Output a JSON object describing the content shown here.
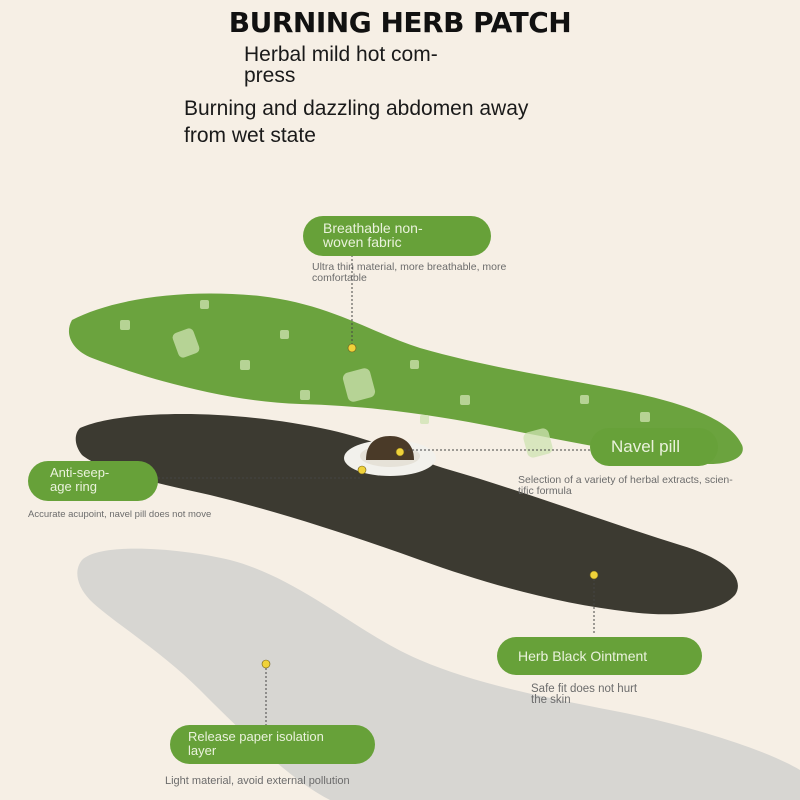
{
  "title": "BURNING HERB PATCH",
  "subtitle_1": "Herbal mild hot com-\npress",
  "subtitle_2": "Burning and dazzling abdomen away\nfrom wet state",
  "callouts": {
    "fabric": {
      "label": "Breathable non-\nwoven fabric",
      "note": "Ultra thin material, more breathable, more\ncomfortable"
    },
    "navel_pill": {
      "label": "Navel pill",
      "note": "Selection of a variety of herbal extracts, scien-\ntific formula"
    },
    "ring": {
      "label": "Anti-seep-\nage ring",
      "note": "Accurate acupoint, navel pill does not move"
    },
    "ointment": {
      "label": "Herb Black Ointment",
      "note": "Safe fit does not hurt\nthe skin"
    },
    "release": {
      "label": "Release paper isolation\nlayer",
      "note": "Light material, avoid external pollution"
    }
  },
  "colors": {
    "background": "#f6efe5",
    "accent_green": "#67a139",
    "patch_green": "#6ba33e",
    "ointment": "#3c3a31",
    "release_paper": "#d7d6d2",
    "dot": "#f0d23a"
  }
}
